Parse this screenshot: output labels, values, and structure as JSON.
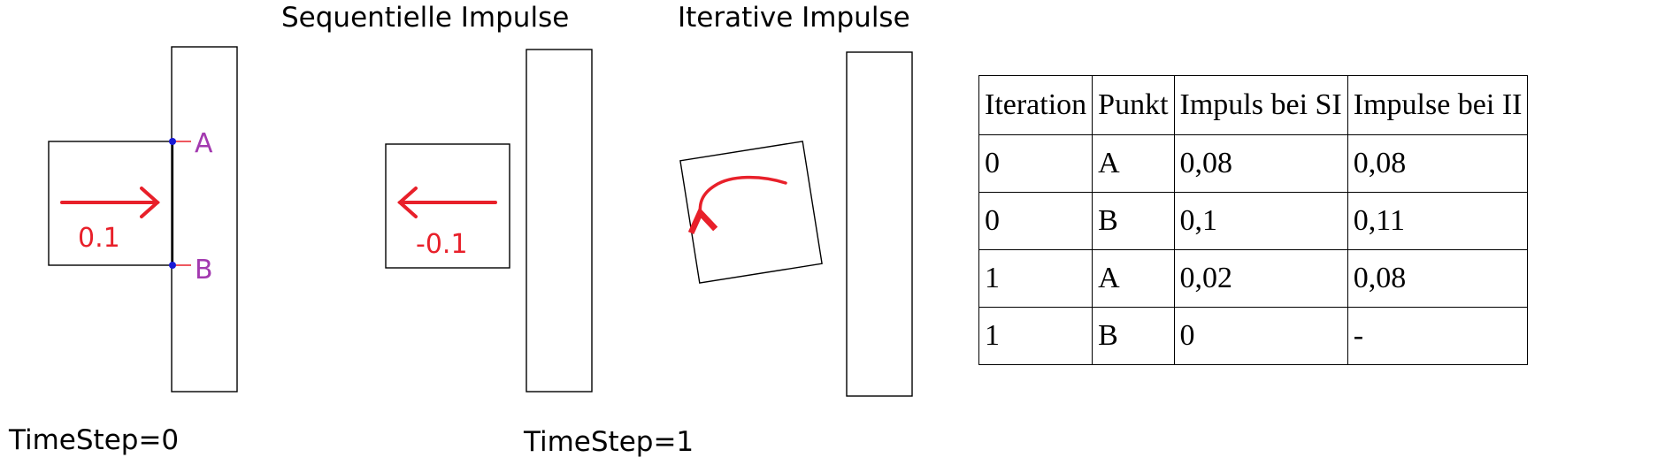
{
  "headings": {
    "sequential": "Sequentielle Impulse",
    "iterative": "Iterative Impulse"
  },
  "timesteps": {
    "t0": "TimeStep=0",
    "t1": "TimeStep=1"
  },
  "points": {
    "a": "A",
    "b": "B"
  },
  "impulse_labels": {
    "initial": "0.1",
    "sequential": "-0.1"
  },
  "colors": {
    "impulse_arrow": "#e8202a",
    "point_label": "#a33ab0",
    "contact_point": "#1a1ad6"
  },
  "table": {
    "headers": [
      "Iteration",
      "Punkt",
      "Impuls bei SI",
      "Impulse bei II"
    ],
    "rows": [
      [
        "0",
        "A",
        "0,08",
        "0,08"
      ],
      [
        "0",
        "B",
        "0,1",
        "0,11"
      ],
      [
        "1",
        "A",
        "0,02",
        "0,08"
      ],
      [
        "1",
        "B",
        "0",
        "-"
      ]
    ]
  }
}
